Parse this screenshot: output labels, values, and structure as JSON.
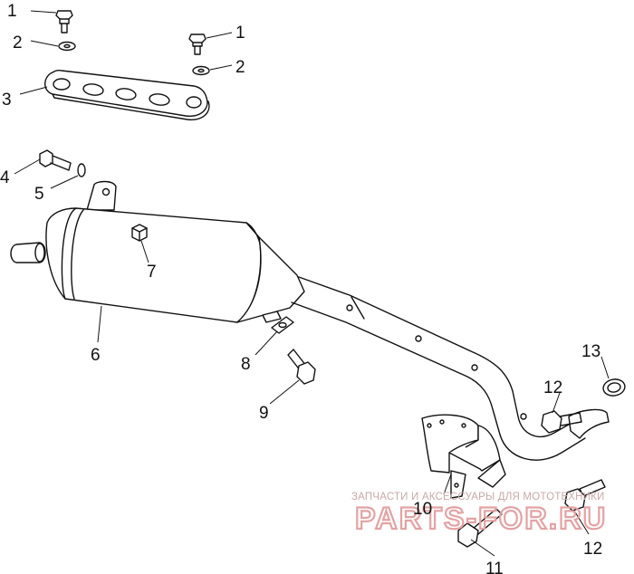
{
  "callouts": {
    "c1a": "1",
    "c1b": "1",
    "c2a": "2",
    "c2b": "2",
    "c3": "3",
    "c4": "4",
    "c5": "5",
    "c6": "6",
    "c7": "7",
    "c8": "8",
    "c9": "9",
    "c10": "10",
    "c11": "11",
    "c12a": "12",
    "c12b": "12",
    "c13": "13"
  },
  "watermark": {
    "tagline": "ЗАПЧАСТИ И АКСЕССУАРЫ ДЛЯ МОТОТЕХНИКИ",
    "brand": "PARTS-FOR.RU"
  }
}
